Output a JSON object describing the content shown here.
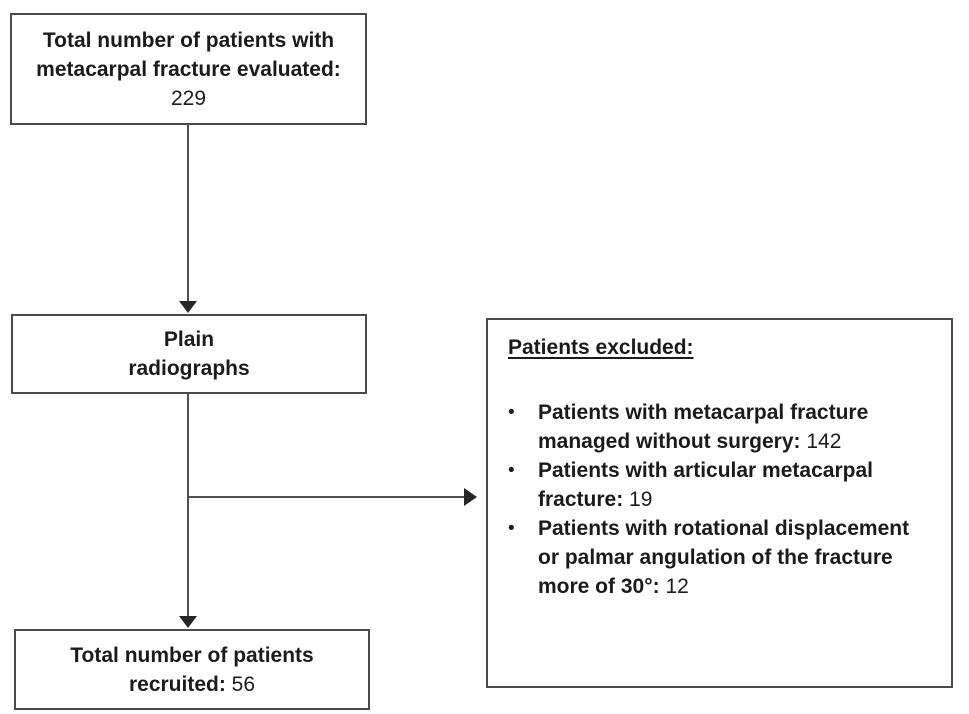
{
  "page": {
    "background_color": "#ffffff",
    "box_border_color": "#4a4a4a",
    "connector_color": "#4f4f4f",
    "text_color": "#1b1b1b"
  },
  "flowchart": {
    "evaluated_box": {
      "label": "Total number of patients with metacarpal fracture evaluated:",
      "value": "229"
    },
    "radiographs_box": {
      "line1": "Plain",
      "line2": "radiographs"
    },
    "recruited_box": {
      "label": "Total number of patients recruited:",
      "value": "56"
    },
    "excluded_box": {
      "title": "Patients excluded:",
      "bullet": "•",
      "items": [
        {
          "label": "Patients with metacarpal fracture managed without surgery:",
          "value": "142"
        },
        {
          "label": "Patients with articular metacarpal fracture:",
          "value": "19"
        },
        {
          "label": "Patients with rotational displacement or palmar angulation of the fracture more of 30°:",
          "value": "12"
        }
      ]
    }
  }
}
